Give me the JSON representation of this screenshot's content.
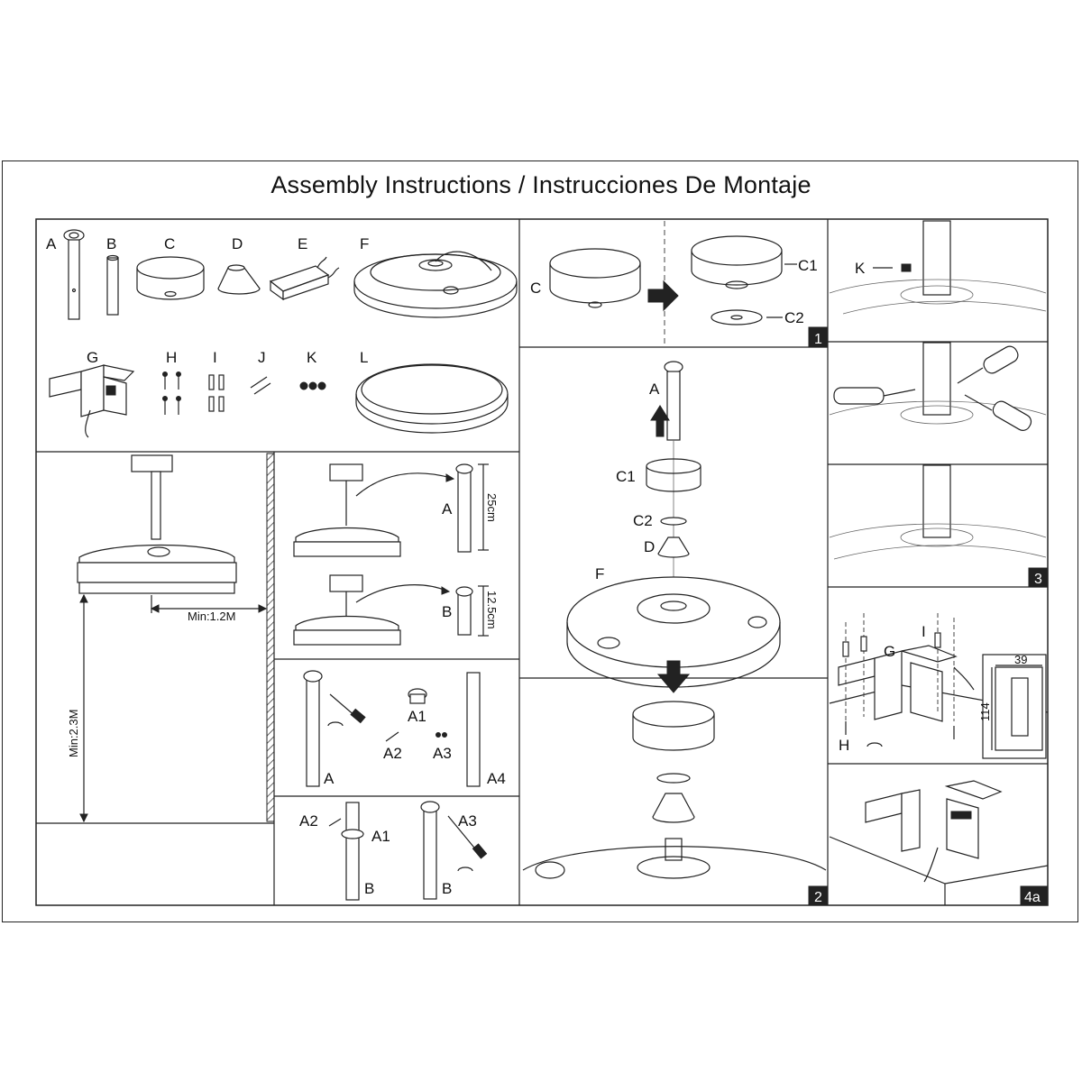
{
  "title": "Assembly Instructions / Instrucciones De Montaje",
  "parts": {
    "a": "A",
    "b": "B",
    "c": "C",
    "d": "D",
    "e": "E",
    "f": "F",
    "g": "G",
    "h": "H",
    "i": "I",
    "j": "J",
    "k": "K",
    "l": "L"
  },
  "clearance": {
    "ceiling_min": "Min:2.3M",
    "wall_min": "Min:1.2M"
  },
  "downrod_options": {
    "a_label": "A",
    "a_length": "25cm",
    "b_label": "B",
    "b_length": "12.5cm"
  },
  "downrod_parts": {
    "a": "A",
    "a1": "A1",
    "a2": "A2",
    "a3": "A3",
    "a4": "A4",
    "b_a2": "A2",
    "b_a1": "A1",
    "b_b": "B",
    "b_a3": "A3",
    "b_b2": "B"
  },
  "step1": {
    "number": "1",
    "c": "C",
    "c1": "C1",
    "c2": "C2"
  },
  "step2": {
    "number": "2",
    "a": "A",
    "c1": "C1",
    "c2": "C2",
    "d": "D",
    "f": "F"
  },
  "step3": {
    "number": "3",
    "k": "K"
  },
  "step4a": {
    "number": "4a",
    "g": "G",
    "i": "I",
    "h": "H",
    "dim_w": "39",
    "dim_h": "114"
  }
}
